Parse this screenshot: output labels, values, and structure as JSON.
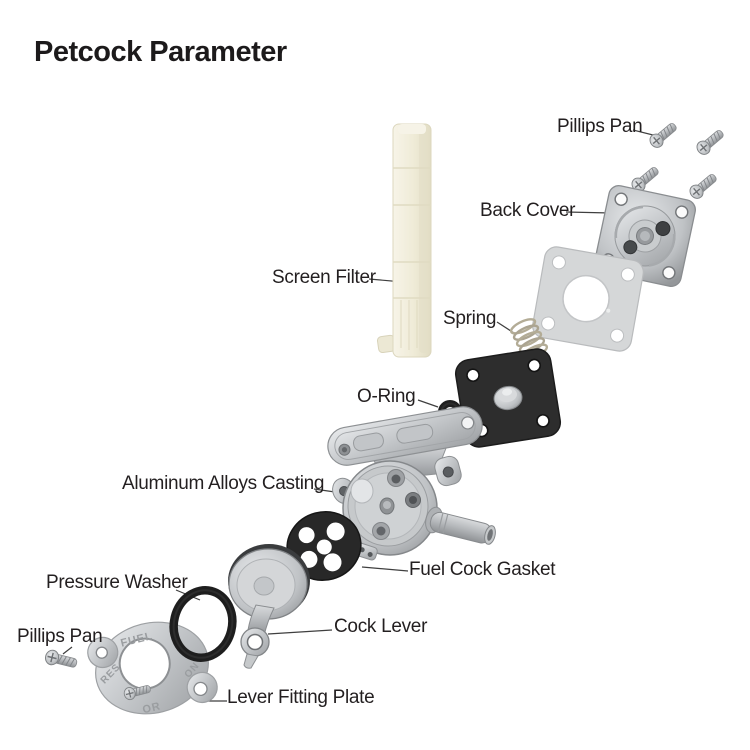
{
  "title": "Petcock Parameter",
  "labels": {
    "pillips_pan_top": "Pillips Pan",
    "back_cover": "Back Cover",
    "screen_filter": "Screen Filter",
    "spring": "Spring",
    "o_ring": "O-Ring",
    "aluminum_alloys_casting": "Aluminum Alloys Casting",
    "fuel_cock_gasket": "Fuel Cock Gasket",
    "pressure_washer": "Pressure Washer",
    "cock_lever": "Cock Lever",
    "pillips_pan_bottom": "Pillips Pan",
    "lever_fitting_plate": "Lever Fitting Plate"
  },
  "plate_markings": {
    "top": "FUEL",
    "left": "RES",
    "right": "ON",
    "bottom": "OR"
  },
  "colors": {
    "background": "#ffffff",
    "label_text": "#231f20",
    "metal_light": "#e7e9eb",
    "metal_mid": "#c0c3c6",
    "metal_dark": "#94979a",
    "rubber_black": "#2b2b2b",
    "filter_cream": "#f1edda",
    "square_gasket_gray": "#d5d7d8"
  }
}
